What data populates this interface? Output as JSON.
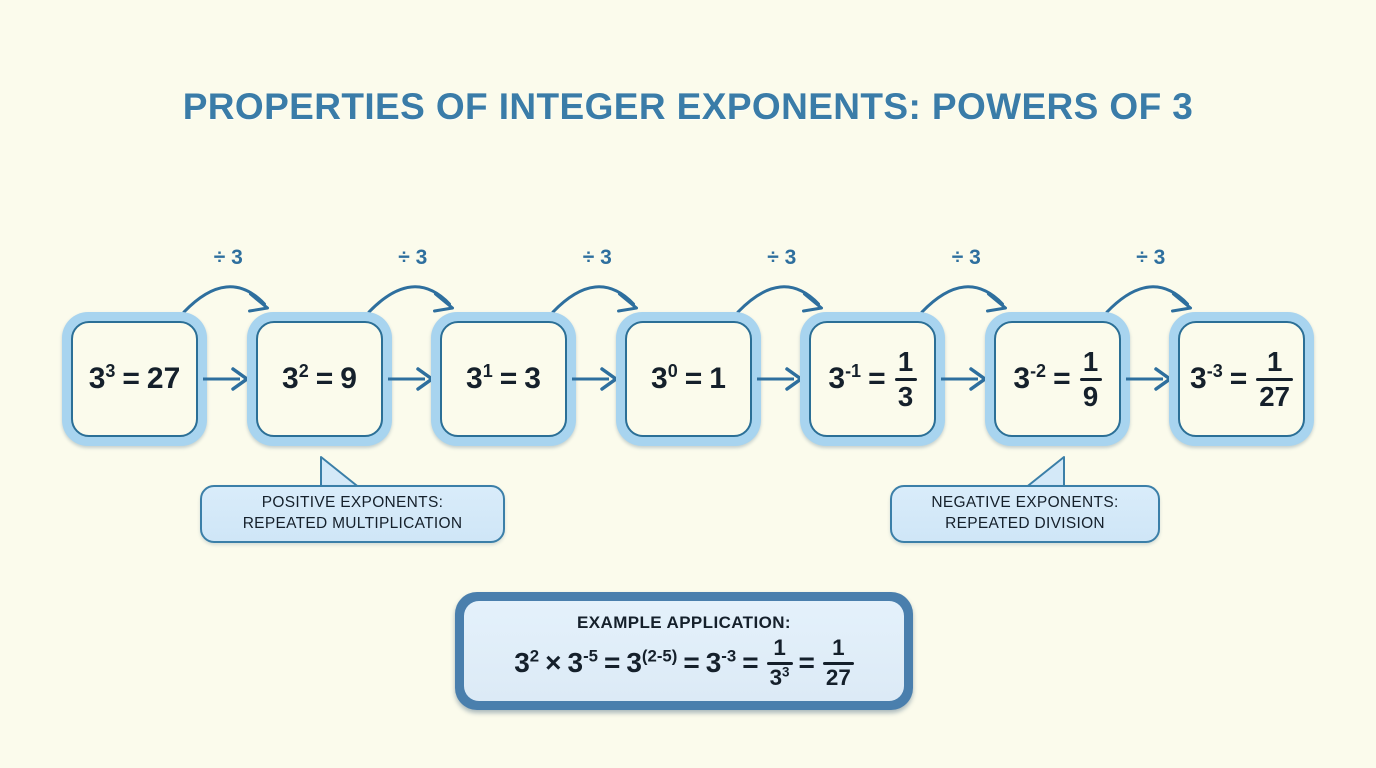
{
  "title": "PROPERTIES OF INTEGER EXPONENTS: POWERS OF 3",
  "colors": {
    "background": "#fbfbec",
    "title": "#3a7ca8",
    "node_frame": "#a8d4ef",
    "node_border": "#2b6f96",
    "node_fill": "#fbfbec",
    "arrow": "#2e6f9e",
    "callout_fill": "#d4e9f8",
    "callout_border": "#3b7fa8",
    "example_border": "#4a7fad",
    "example_fill": "#e1eff9",
    "text": "#15202b"
  },
  "chain": {
    "nodes": [
      {
        "base": "3",
        "exponent": "3",
        "equals": "=",
        "result": "27",
        "result_type": "integer"
      },
      {
        "base": "3",
        "exponent": "2",
        "equals": "=",
        "result": "9",
        "result_type": "integer"
      },
      {
        "base": "3",
        "exponent": "1",
        "equals": "=",
        "result": "3",
        "result_type": "integer"
      },
      {
        "base": "3",
        "exponent": "0",
        "equals": "=",
        "result": "1",
        "result_type": "integer"
      },
      {
        "base": "3",
        "exponent": "-1",
        "equals": "=",
        "numerator": "1",
        "denominator": "3",
        "result_type": "fraction"
      },
      {
        "base": "3",
        "exponent": "-2",
        "equals": "=",
        "numerator": "1",
        "denominator": "9",
        "result_type": "fraction"
      },
      {
        "base": "3",
        "exponent": "-3",
        "equals": "=",
        "numerator": "1",
        "denominator": "27",
        "result_type": "fraction"
      }
    ],
    "divide_labels": [
      "÷ 3",
      "÷ 3",
      "÷ 3",
      "÷ 3",
      "÷ 3",
      "÷ 3"
    ]
  },
  "callouts": [
    {
      "line1": "POSITIVE EXPONENTS:",
      "line2": "REPEATED MULTIPLICATION"
    },
    {
      "line1": "NEGATIVE EXPONENTS:",
      "line2": "REPEATED DIVISION"
    }
  ],
  "example": {
    "label": "EXAMPLE APPLICATION:",
    "terms": {
      "t1_base": "3",
      "t1_exp": "2",
      "times": "×",
      "t2_base": "3",
      "t2_exp": "-5",
      "eq1": "=",
      "t3_base": "3",
      "t3_exp": "(2-5)",
      "eq2": "=",
      "t4_base": "3",
      "t4_exp": "-3",
      "eq3": "=",
      "f1_num": "1",
      "f1_den_base": "3",
      "f1_den_exp": "3",
      "eq4": "=",
      "f2_num": "1",
      "f2_den": "27"
    }
  }
}
